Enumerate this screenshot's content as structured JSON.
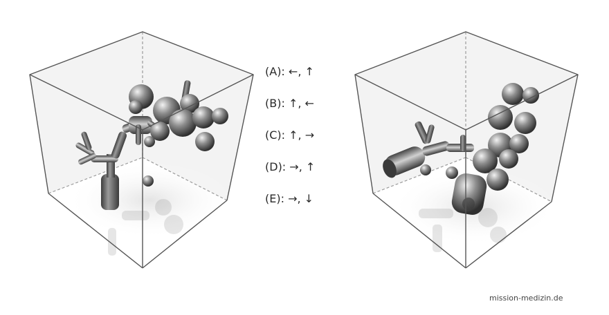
{
  "answer_options": [
    {
      "text": "(A): ←, ↑"
    },
    {
      "text": "(B): ↑, ←"
    },
    {
      "text": "(C): ↑, →"
    },
    {
      "text": "(D): →, ↑"
    },
    {
      "text": "(E): →, ↓"
    }
  ],
  "watermark": "mission-medizin.de",
  "colors": {
    "cube_edge": "#555555",
    "hidden_edge": "#9a9a9a",
    "object_shade": "#5a5a5a",
    "object_highlight": "#e8e8e8"
  }
}
